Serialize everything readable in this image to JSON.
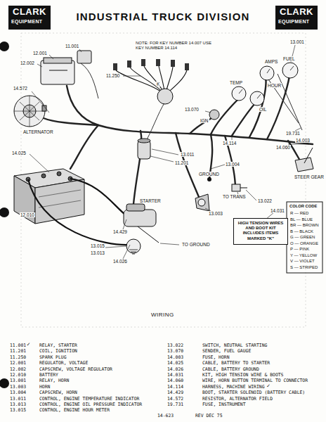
{
  "diagram": {
    "title": "INDUSTRIAL TRUCK DIVISION",
    "nodes": [
      {
        "text": [
          "HIGH TENSION WIRES AND BOOT KIT INCLUDES ITEMS MARKED \"K\""
        ]
      }
    ],
    "labels": [
      "CLARK",
      "EQUIPMENT",
      "CLARK",
      "EQUIPMENT",
      "NOTE: FOR KEY NUMBER 14.007 USE KEY NUMBER 14.114",
      "11.001",
      "12.001",
      "12.002",
      "11.250",
      "K",
      "14.572",
      "ALTERNATOR",
      "14.025",
      "13.070",
      "IGN",
      "13.011",
      "11.201",
      "13.004",
      "14.114",
      "14.060",
      "13.001",
      "FUEL",
      "AMPS",
      "HOUR",
      "TEMP",
      "OIL",
      "19.731",
      "14.003",
      "GROUND",
      "TO TRANS",
      "13.022",
      "STEER GEAR",
      "13.003",
      "14.031",
      "12.010",
      "14.429",
      "STARTER",
      "13.015",
      "13.013",
      "14.026",
      "TO GROUND",
      "COLOR CODE",
      "WIRING",
      "11.001",
      "RELAY, STARTER",
      "11.201",
      "COIL, IGNITION",
      "11.250",
      "SPARK PLUG",
      "12.001",
      "REGULATOR, VOLTAGE",
      "12.002",
      "CAPSCREW, VOLTAGE REGULATOR",
      "12.010",
      "BATTERY",
      "13.001",
      "RELAY, HORN",
      "13.003",
      "HORN",
      "13.004",
      "CAPSCREW, HORN",
      "13.011",
      "CONTROL, ENGINE TEMPERATURE INDICATOR",
      "13.013",
      "CONTROL, ENGINE OIL PRESSURE INDICATOR",
      "13.015",
      "CONTROL, ENGINE HOUR METER",
      "✓",
      "13.022",
      "SWITCH, NEUTRAL STARTING",
      "13.070",
      "SENDER, FUEL GAUGE",
      "14.003",
      "FUSE, HORN",
      "14.025",
      "CABLE, BATTERY TO STARTER",
      "14.026",
      "CABLE, BATTERY GROUND",
      "14.031",
      "KIT, HIGH TENSION WIRE & BOOTS",
      "14.060",
      "WIRE, HORN BUTTON TERMINAL TO CONNECTOR",
      "14.114",
      "HARNESS, MACHINE WIRING",
      "14.429",
      "BOOT, STARTER SOLENOID (BATTERY CABLE)",
      "14.572",
      "RESISTOR, ALTERNATOR FIELD",
      "19.731",
      "FUSE, INSTRUMENT",
      "✓",
      "14-623",
      "REV DEC 75"
    ],
    "legend": [
      {
        "text": "R — RED"
      },
      {
        "text": "BL — BLUE"
      },
      {
        "text": "BR — BROWN"
      },
      {
        "text": "B — BLACK"
      },
      {
        "text": "G — GREEN"
      },
      {
        "text": "O — ORANGE"
      },
      {
        "text": "P — PINK"
      },
      {
        "text": "Y — YELLOW"
      },
      {
        "text": "V — VIOLET"
      },
      {
        "text": "S — STRIPED"
      }
    ]
  }
}
